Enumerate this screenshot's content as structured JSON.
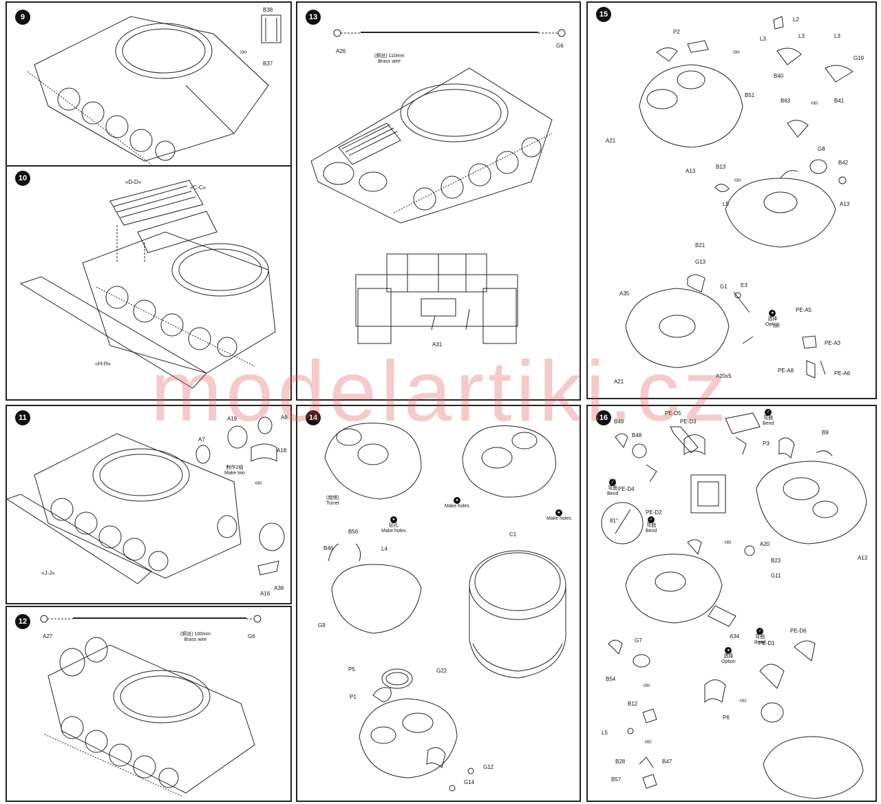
{
  "watermark": "modelartiki.cz",
  "steps": [
    {
      "id": "9",
      "labels": [
        "B38",
        "B37"
      ]
    },
    {
      "id": "10",
      "labels": [
        "D-D",
        "C-C",
        "H-H"
      ]
    },
    {
      "id": "11",
      "labels": [
        "A19",
        "A8",
        "A7",
        "A18",
        "J-J",
        "A16",
        "A38"
      ],
      "note": {
        "cn": "制作2组",
        "en": "Make two"
      }
    },
    {
      "id": "12",
      "labels": [
        "A27",
        "G6"
      ],
      "wire": {
        "cn": "(铜丝) 100mm",
        "en": "Brass wire"
      }
    },
    {
      "id": "13",
      "labels": [
        "A26",
        "G6",
        "A31"
      ],
      "wire": {
        "cn": "(铜丝) 110mm",
        "en": "Brass wire"
      }
    },
    {
      "id": "14",
      "labels": [
        "C1",
        "B56",
        "B46",
        "L4",
        "G9",
        "P5",
        "G22",
        "P1",
        "G12",
        "G14"
      ],
      "turret": {
        "cn": "(炮塔)",
        "en": "Turret"
      },
      "holes": {
        "cn": "钻孔",
        "en": "Make holes"
      }
    },
    {
      "id": "15",
      "labels": [
        "P2",
        "L2",
        "L3",
        "L3",
        "L3",
        "G19",
        "B40",
        "B41",
        "B51",
        "B63",
        "A21",
        "A13",
        "G8",
        "B42",
        "B13",
        "L5",
        "A13",
        "B21",
        "G13",
        "A35",
        "G1",
        "E3",
        "PE-A5",
        "PE-A3",
        "A21",
        "A20x5",
        "PE-A8",
        "PE-A6"
      ],
      "option": {
        "cn": "选择",
        "en": "Option"
      }
    },
    {
      "id": "16",
      "labels": [
        "B49",
        "B48",
        "PE-D5",
        "PE-D3",
        "P3",
        "B9",
        "PE-D4",
        "PE-D2",
        "A20",
        "B23",
        "G11",
        "A13",
        "A34",
        "G7",
        "B54",
        "PE-D6",
        "PE-D1",
        "P6",
        "B12",
        "L5",
        "B28",
        "B47",
        "B57"
      ],
      "bend": {
        "cn": "弯曲",
        "en": "Bend"
      },
      "option": {
        "cn": "选择",
        "en": "Option"
      },
      "angle": "81°"
    }
  ]
}
